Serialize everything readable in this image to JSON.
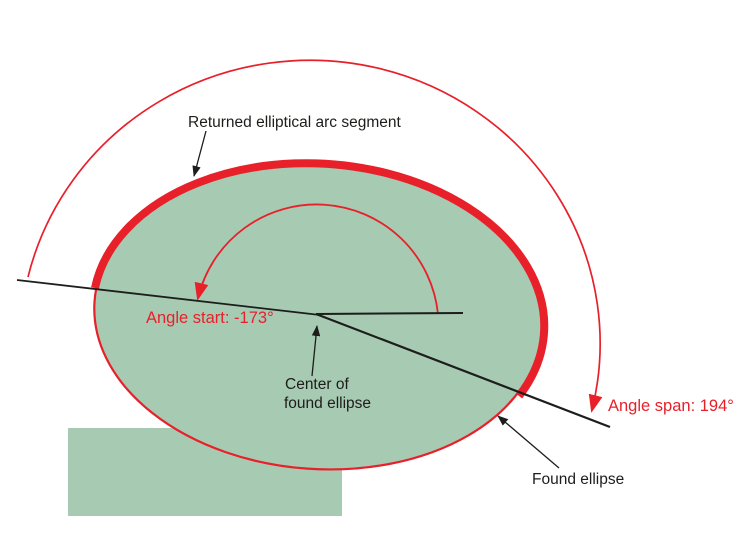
{
  "figure": {
    "labels": {
      "returned_arc": "Returned elliptical arc segment",
      "angle_start": "Angle start: -173°",
      "angle_span": "Angle span: 194°",
      "center_line1": "Center of",
      "center_line2": "found ellipse",
      "found_ellipse": "Found ellipse"
    },
    "values": {
      "angle_start_deg": -173,
      "angle_span_deg": 194
    },
    "colors": {
      "red": "#e8202a",
      "green": "#a7cab3",
      "ink": "#1d1d1b"
    }
  }
}
